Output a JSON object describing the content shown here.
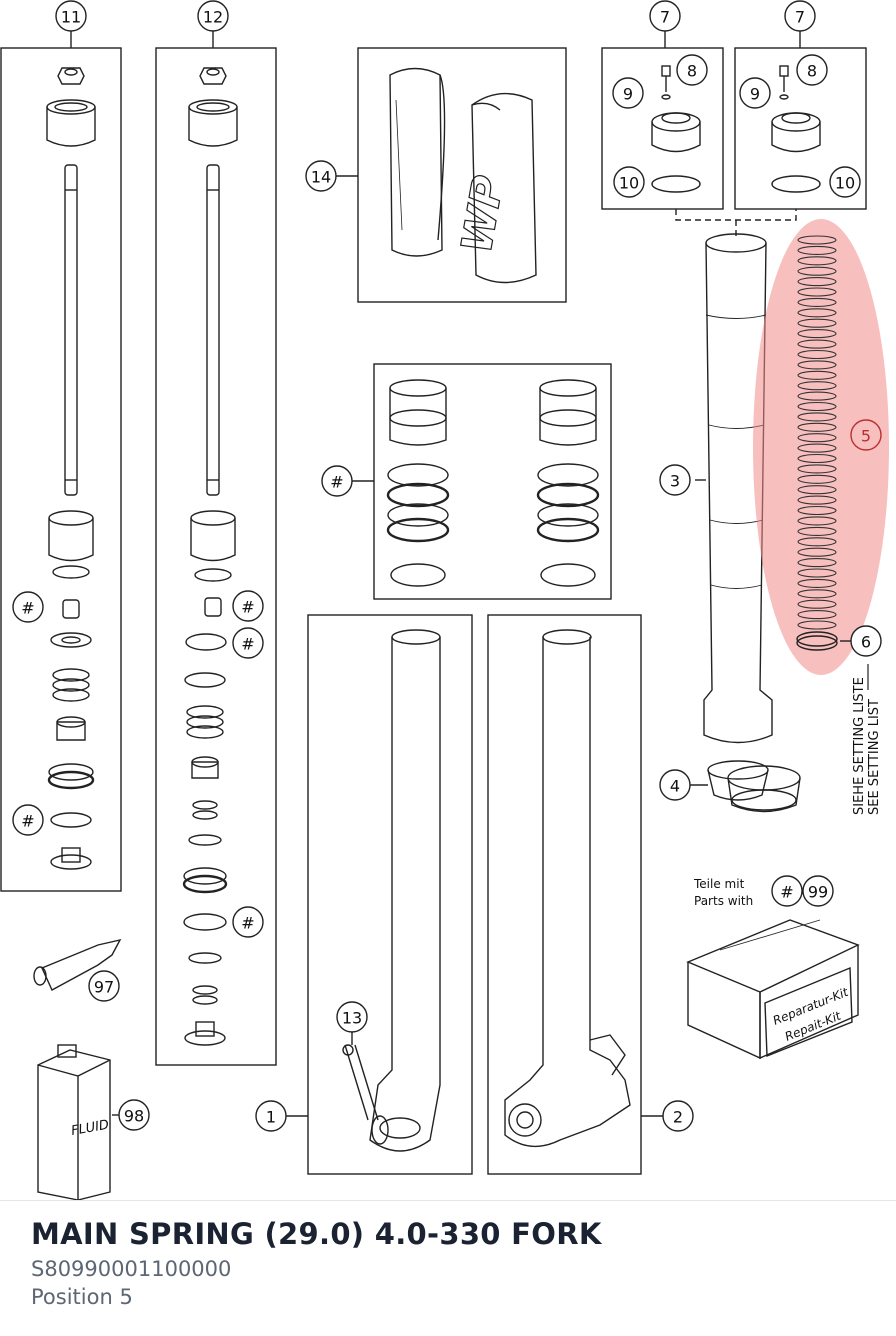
{
  "diagram": {
    "callouts": {
      "c11": "11",
      "c12": "12",
      "c7a": "7",
      "c7b": "7",
      "c8a": "8",
      "c8b": "8",
      "c9a": "9",
      "c9b": "9",
      "c10a": "10",
      "c10b": "10",
      "c14": "14",
      "c5": "5",
      "c3": "3",
      "c6": "6",
      "c4": "4",
      "c1": "1",
      "c2": "2",
      "c13": "13",
      "c97": "97",
      "c98": "98",
      "c99": "99",
      "h1": "#",
      "h2": "#",
      "h3": "#",
      "h4": "#",
      "h5": "#",
      "h6": "#",
      "h7": "#"
    },
    "setting_list_de": "SIEHE SETTING LISTE",
    "setting_list_en": "SEE SETTING LIST",
    "parts_with_de": "Teile mit",
    "parts_with_en": "Parts with",
    "box_label_de": "Reparatur-Kit",
    "box_label_en": "Repait-Kit",
    "fluid_label": "FLUID",
    "sleeve_logo": "WP",
    "highlight_color": "#f28b8b"
  },
  "part": {
    "title": "MAIN SPRING (29.0) 4.0-330 FORK",
    "number": "S80990001100000",
    "position": "Position 5"
  }
}
